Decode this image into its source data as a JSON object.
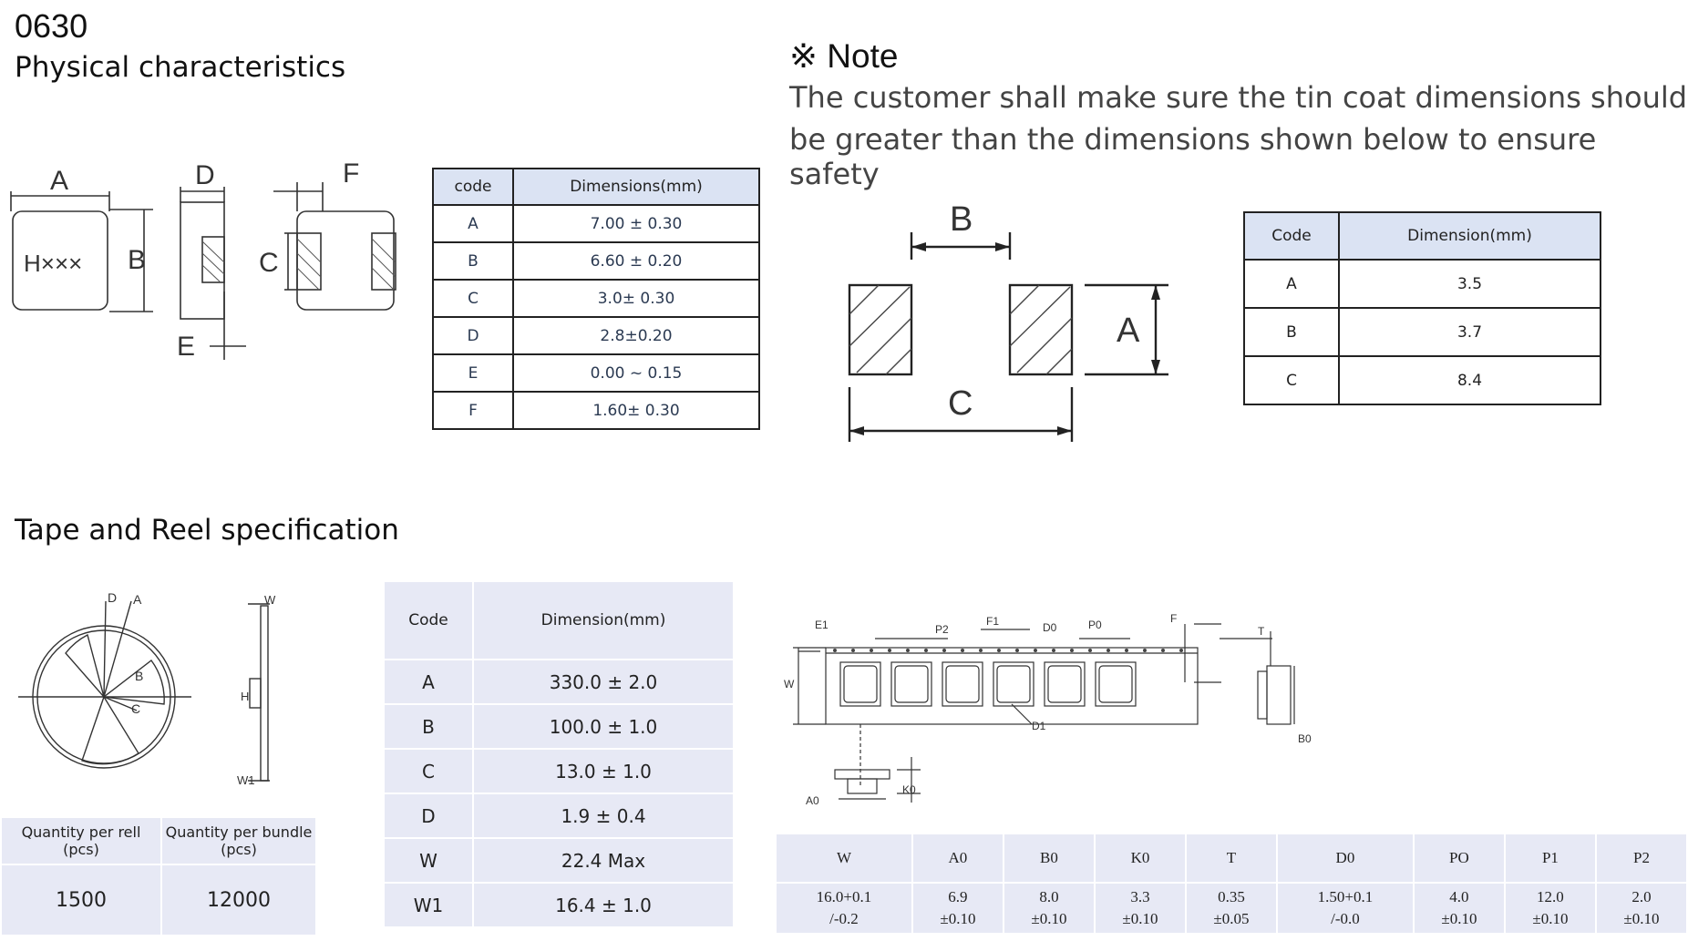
{
  "header": {
    "part_code": "0630",
    "physical_title": "Physical characteristics",
    "note_title": "※ Note",
    "note_text_line1": "The customer shall make sure the tin coat dimensions should",
    "note_text_line2": "be greater than the dimensions shown below to ensure safety",
    "tape_title": "Tape and Reel specification"
  },
  "physical_drawing": {
    "labels": [
      "A",
      "B",
      "D",
      "E",
      "F",
      "C"
    ],
    "marking": "H×××"
  },
  "physical_table": {
    "headers": [
      "code",
      "Dimensions(mm)"
    ],
    "rows": [
      {
        "code": "A",
        "value": "7.00 ± 0.30"
      },
      {
        "code": "B",
        "value": "6.60 ± 0.20"
      },
      {
        "code": "C",
        "value": "3.0± 0.30"
      },
      {
        "code": "D",
        "value": "2.8±0.20"
      },
      {
        "code": "E",
        "value": "0.00 ~ 0.15"
      },
      {
        "code": "F",
        "value": "1.60± 0.30"
      }
    ]
  },
  "pad_drawing": {
    "labels": [
      "B",
      "A",
      "C"
    ]
  },
  "pad_table": {
    "headers": [
      "Code",
      "Dimension(mm)"
    ],
    "rows": [
      {
        "code": "A",
        "value": "3.5"
      },
      {
        "code": "B",
        "value": "3.7"
      },
      {
        "code": "C",
        "value": "8.4"
      }
    ]
  },
  "reel_drawing": {
    "labels": [
      "D",
      "A",
      "B",
      "C",
      "W",
      "H",
      "W1"
    ]
  },
  "reel_table": {
    "headers": [
      "Code",
      "Dimension(mm)"
    ],
    "rows": [
      {
        "code": "A",
        "value": "330.0 ± 2.0"
      },
      {
        "code": "B",
        "value": "100.0 ± 1.0"
      },
      {
        "code": "C",
        "value": "13.0 ± 1.0"
      },
      {
        "code": "D",
        "value": "1.9 ± 0.4"
      },
      {
        "code": "W",
        "value": "22.4 Max"
      },
      {
        "code": "W1",
        "value": "16.4 ± 1.0"
      }
    ]
  },
  "quantity_table": {
    "headers": [
      "Quantity per rell (pcs)",
      "Quantity per bundle (pcs)"
    ],
    "values": [
      "1500",
      "12000"
    ]
  },
  "tape_drawing": {
    "labels": [
      "E1",
      "P2",
      "F1",
      "D0",
      "P0",
      "F",
      "T",
      "W",
      "D1",
      "B0",
      "A0",
      "K0"
    ]
  },
  "tape_table": {
    "headers": [
      "W",
      "A0",
      "B0",
      "K0",
      "T",
      "D0",
      "PO",
      "P1",
      "P2"
    ],
    "values_line1": [
      "16.0+0.1",
      "6.9",
      "8.0",
      "3.3",
      "0.35",
      "1.50+0.1",
      "4.0",
      "12.0",
      "2.0"
    ],
    "values_line2": [
      "/-0.2",
      "±0.10",
      "±0.10",
      "±0.10",
      "±0.05",
      "/-0.0",
      "±0.10",
      "±0.10",
      "±0.10"
    ]
  }
}
